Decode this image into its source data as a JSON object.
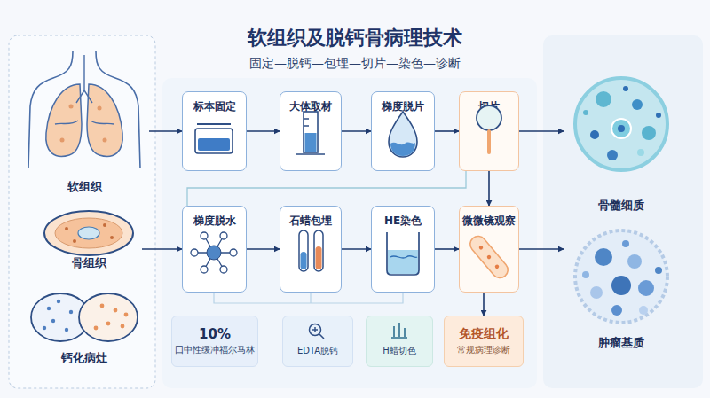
{
  "diagram": {
    "title": "软组织及脱钙骨病理技术",
    "nodes": [
      {
        "text": [
          "软组织"
        ]
      },
      {
        "text": [
          "骨组织"
        ]
      },
      {
        "text": [
          "钙化病灶"
        ]
      },
      {
        "text": [
          "标本固定"
        ]
      },
      {
        "text": [
          "大体取材"
        ]
      },
      {
        "text": [
          "梯度脱片"
        ]
      },
      {
        "text": [
          "切片"
        ]
      },
      {
        "text": [
          "梯度脱水"
        ]
      },
      {
        "text": [
          "石蜡包埋"
        ]
      },
      {
        "text": [
          "HE染色"
        ]
      },
      {
        "text": [
          "微微镜观察"
        ]
      },
      {
        "text": [
          "10%",
          "囗中性缓冲福尔马林"
        ]
      },
      {
        "text": [
          "EDTA脱钙"
        ]
      },
      {
        "text": [
          "H蜡切色"
        ]
      },
      {
        "text": [
          "免疫组化",
          "常规病理诊断"
        ]
      },
      {
        "text": [
          "骨髓细质"
        ]
      },
      {
        "text": [
          "肿瘤基质"
        ]
      }
    ],
    "edges": [
      {
        "from": 0,
        "to": 3,
        "arrow": "to"
      },
      {
        "from": 3,
        "to": 4,
        "arrow": "to"
      },
      {
        "from": 4,
        "to": 5,
        "arrow": "to"
      },
      {
        "from": 5,
        "to": 6,
        "arrow": "to"
      },
      {
        "from": 6,
        "to": 15,
        "arrow": "to"
      },
      {
        "from": 6,
        "to": 10,
        "arrow": "to"
      },
      {
        "from": 6,
        "to": 7,
        "arrow": "none"
      },
      {
        "from": 1,
        "to": 7,
        "arrow": "to"
      },
      {
        "from": 7,
        "to": 8,
        "arrow": "to"
      },
      {
        "from": 8,
        "to": 9,
        "arrow": "to"
      },
      {
        "from": 9,
        "to": 10,
        "arrow": "to"
      },
      {
        "from": 10,
        "to": 16,
        "arrow": "to"
      },
      {
        "from": 10,
        "to": 14,
        "arrow": "to"
      }
    ],
    "labels": [
      "固定—脱钙—包埋—切片—染色—诊断"
    ]
  }
}
